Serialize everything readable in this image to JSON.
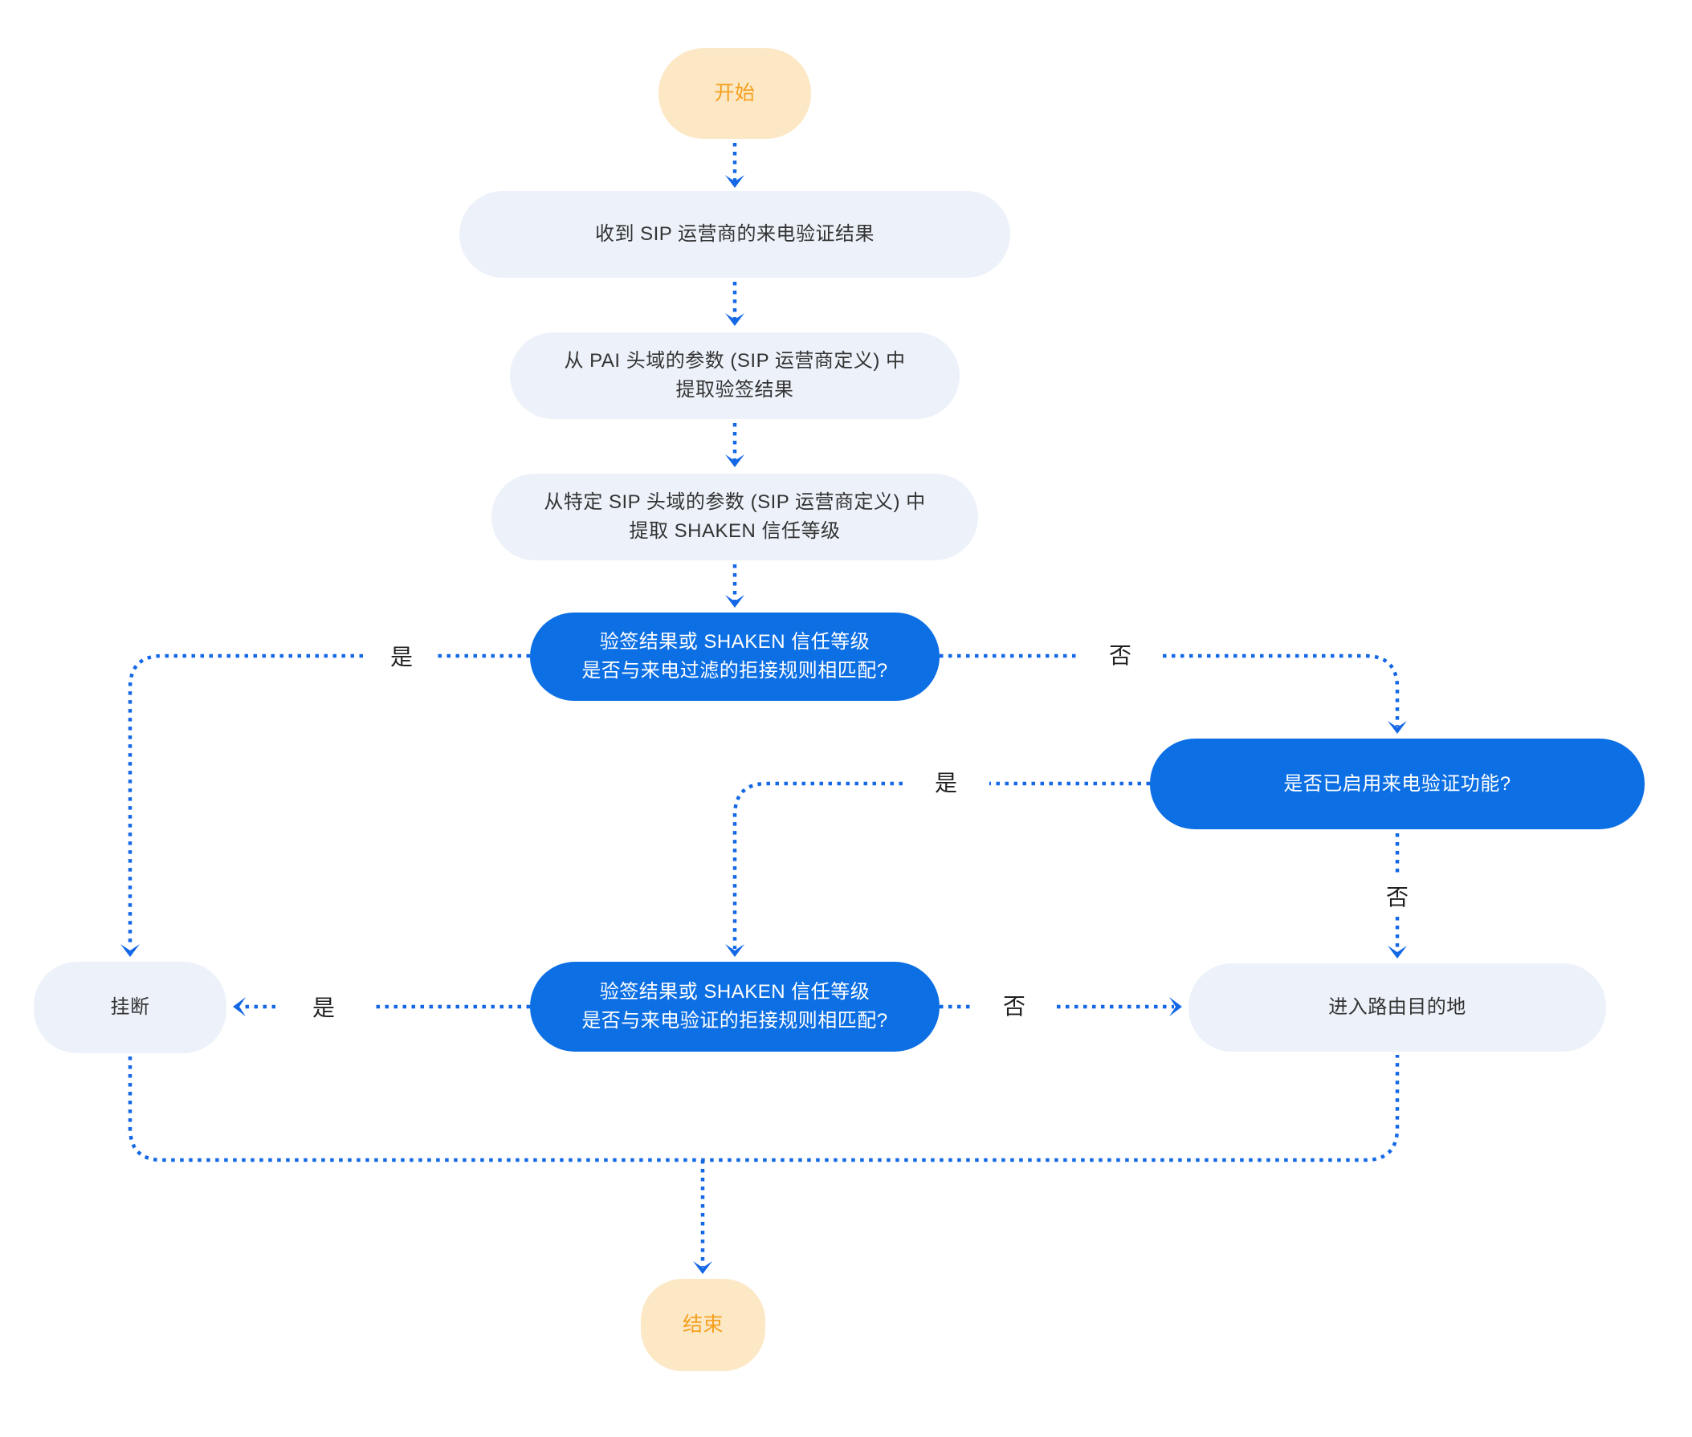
{
  "flowchart": {
    "nodes": {
      "start": "开始",
      "receive": "收到 SIP 运营商的来电验证结果",
      "extract_pai": "从 PAI 头域的参数 (SIP 运营商定义) 中\n提取验签结果",
      "extract_shaken": "从特定 SIP 头域的参数 (SIP 运营商定义) 中\n提取 SHAKEN 信任等级",
      "filter_match": "验签结果或 SHAKEN 信任等级\n是否与来电过滤的拒接规则相匹配?",
      "verify_enabled": "是否已启用来电验证功能?",
      "hangup": "挂断",
      "verify_match": "验签结果或 SHAKEN 信任等级\n是否与来电验证的拒接规则相匹配?",
      "route": "进入路由目的地",
      "end": "结束"
    },
    "edge_labels": {
      "filter_yes": "是",
      "filter_no": "否",
      "enabled_yes": "是",
      "enabled_no": "否",
      "verify_yes": "是",
      "verify_no": "否"
    }
  },
  "colors": {
    "decision_fill": "#0C6FE4",
    "process_fill": "#EDF2FA",
    "process_text": "#333333",
    "terminal_fill": "#FCE8C5",
    "terminal_text": "#F5A01E",
    "connector": "#1468E6",
    "label_text": "#212121"
  }
}
